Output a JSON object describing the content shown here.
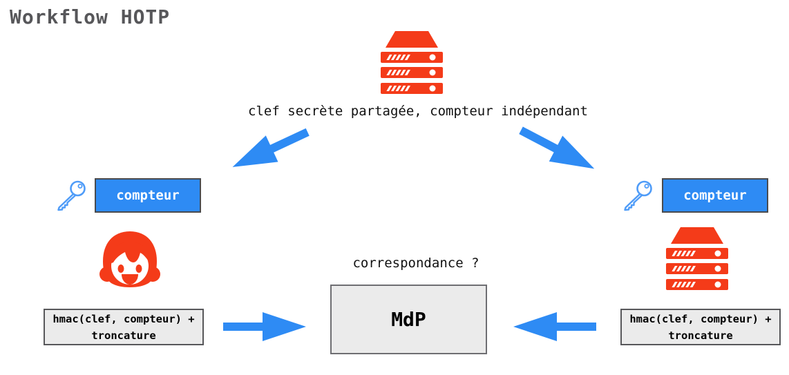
{
  "title": "Workflow HOTP",
  "colors": {
    "blue": "#2E8BF4",
    "key_blue": "#4F9CF8",
    "red": "#F43B19",
    "title_gray": "#57575A",
    "box_border": "#4A4B4E",
    "panel_fill": "#EBEBEB",
    "panel_border": "#6E6E72",
    "text_black": "#111111"
  },
  "top": {
    "server_icon": "server-icon",
    "caption": "clef secrète partagée, compteur indépendant"
  },
  "left": {
    "key_icon": "key-icon",
    "counter_label": "compteur",
    "actor_icon": "woman-face-icon",
    "hmac_line1": "hmac(clef, compteur) +",
    "hmac_line2": "troncature"
  },
  "right": {
    "key_icon": "key-icon",
    "counter_label": "compteur",
    "actor_icon": "server-icon",
    "hmac_line1": "hmac(clef, compteur) +",
    "hmac_line2": "troncature"
  },
  "center": {
    "question": "correspondance ?",
    "result_label": "MdP"
  },
  "arrows": [
    "arrow-down-left-icon",
    "arrow-down-right-icon",
    "arrow-right-icon",
    "arrow-left-icon"
  ]
}
